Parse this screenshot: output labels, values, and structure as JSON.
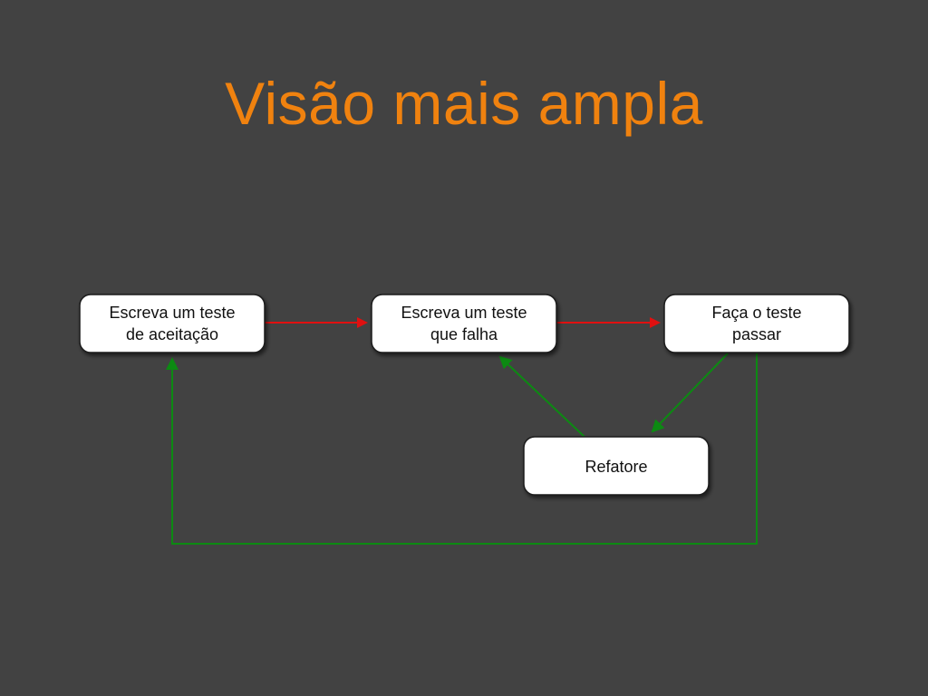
{
  "slide": {
    "title": "Visão mais ampla"
  },
  "diagram": {
    "nodes": {
      "acceptance_test": {
        "line1": "Escreva um teste",
        "line2": "de aceitação"
      },
      "failing_test": {
        "line1": "Escreva um teste",
        "line2": "que falha"
      },
      "make_pass": {
        "line1": "Faça o teste",
        "line2": "passar"
      },
      "refactor": {
        "line1": "Refatore"
      }
    },
    "colors": {
      "background": "#424242",
      "title": "#f0820f",
      "arrow_red": "#e01010",
      "arrow_green": "#0c8a12",
      "node_fill": "#ffffff"
    }
  }
}
